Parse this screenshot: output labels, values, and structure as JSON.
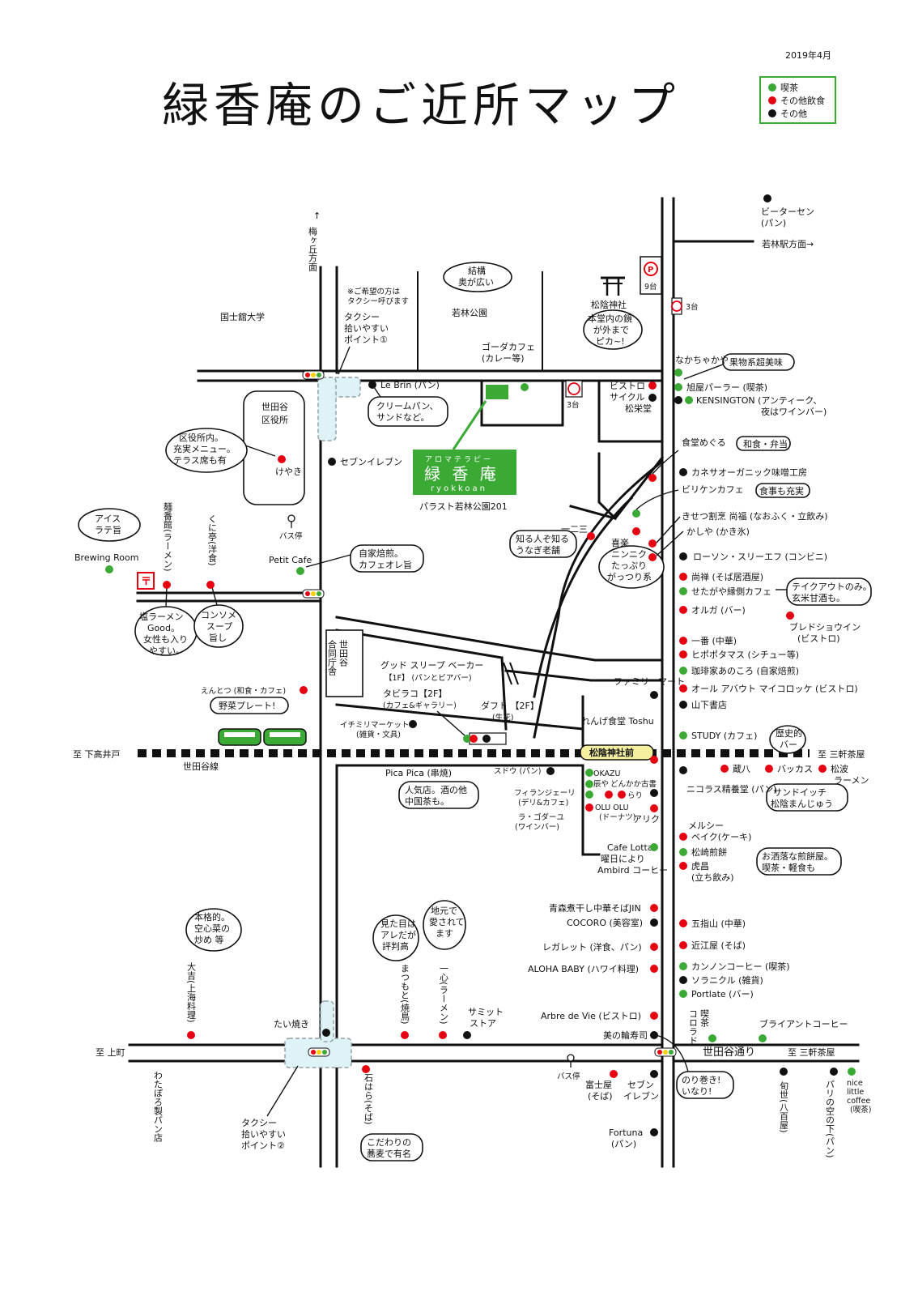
{
  "header": {
    "date": "2019年4月",
    "title": "緑香庵のご近所マップ"
  },
  "legend": {
    "items": [
      {
        "label": "喫茶",
        "color": "#3aaa35"
      },
      {
        "label": "その他飲食",
        "color": "#e60012"
      },
      {
        "label": "その他",
        "color": "#111111"
      }
    ]
  },
  "colors": {
    "cafe": "#3aaa35",
    "food": "#e60012",
    "other": "#111111",
    "brand": "#3aaa35"
  },
  "icons": [
    "parking-icon",
    "shrine-icon",
    "post-office-icon",
    "bus-stop-icon",
    "train-icon",
    "traffic-light-icon"
  ],
  "brand": {
    "sub": "アロマテラピー",
    "name": "緑 香 庵",
    "roman": "ryokkoan",
    "address": "パラスト若林公園201"
  },
  "directions": {
    "umegaoka_1": "↑",
    "umegaoka_2": "梅ヶ丘方面",
    "wakabayashi": "若林駅方面→",
    "shimotakaido": "至 下高井戸",
    "sangenjaya": "至 三軒茶屋",
    "kamimachi": "至 上町",
    "sangenjaya2": "至 三軒茶屋"
  },
  "places": {
    "kokushikan": "国士舘大学",
    "wakabayashi_park": "若林公園",
    "ward_office_1": "世田谷",
    "ward_office_2": "区役所",
    "joint_office_1": "世田谷",
    "joint_office_2": "合同庁舎",
    "shoin_shrine": "松陰神社",
    "station": "松陰神社前",
    "line": "世田谷線",
    "setagaya_dori": "世田谷通り",
    "bus_stop_1": "バス停",
    "bus_stop_2": "バス停"
  },
  "parking": {
    "p1": "9台",
    "p2": "3台",
    "p3": "3台"
  },
  "taxi": {
    "note1": "※ご希望の方は",
    "note2": "タクシー呼びます",
    "p1_1": "タクシー",
    "p1_2": "拾いやすい",
    "p1_3": "ポイント①",
    "p2_1": "タクシー",
    "p2_2": "拾いやすい",
    "p2_3": "ポイント②"
  },
  "shops": {
    "bita": "ビーターセン",
    "bita2": "(パン)",
    "gouda": "ゴーダカフェ",
    "gouda2": "(カレー等)",
    "lebrin": "Le Brin (パン)",
    "seven1": "セブンイレブン",
    "keyaki": "けやき",
    "brewing": "Brewing Room",
    "petit": "Petit Cafe",
    "menbankan": "麺番館(ラーメン)",
    "kunitei": "くに亭(洋食)",
    "bistro": "ビストロ",
    "cycle": "サイクル",
    "shoeido": "松栄堂",
    "nakachaya": "なかちゃかや",
    "asahiya": "旭屋パーラー (喫茶)",
    "kensington": "KENSINGTON (アンティーク、",
    "kensington2": "夜はワインバー)",
    "meguru": "食堂めぐる",
    "meguru_tag": "和食・弁当",
    "kanese": "カネサオーガニック味噌工房",
    "billiken": "ビリケンカフェ",
    "billiken_tag": "食事も充実",
    "naofuku": "きせつ割烹 尚福 (なおふく・立飲み)",
    "kashiya": "かしや (かき氷)",
    "lawson": "ローソン・スリーエフ (コンビニ)",
    "nisan": "一二三",
    "kiraku": "喜楽",
    "naozen": "尚禅 (そば居酒屋)",
    "engawa": "せたがや縁側カフェ",
    "oruga": "オルガ (バー)",
    "blend": "ブレドショウイン",
    "blend2": "(ビストロ)",
    "ichiban": "一番 (中華)",
    "hipopo": "ヒポポタマス (シチュー等)",
    "anokoro": "珈琲家あのころ (自家焙煎)",
    "allabout": "オール アバウト マイコロッケ (ビストロ)",
    "yamashita": "山下書店",
    "study": "STUDY (カフェ)",
    "family": "ファミリーマート",
    "goodsleep": "グッド スリープ ベーカー",
    "goodsleep2": "【1F】 (パンとビアバー)",
    "tabirako": "タビラコ【2F】",
    "tabirako2": "(カフェ&ギャラリー)",
    "dafuto": "ダフト 【2F】",
    "dafuto2": "(生花)",
    "ichimiri": "イチミリマーケット",
    "ichimiri2": "(雑貨・文具)",
    "rengeshokudo": "れんげ食堂 Toshu",
    "entotsu": "えんとつ (和食・カフェ)",
    "picapica": "Pica Pica (串焼)",
    "sudo": "スドウ (パン)",
    "okazu": "OKAZU",
    "tatsuya": "辰や",
    "donkaka": "どんかか古書",
    "rari": "らり",
    "florange": "フィランジェーリ",
    "florange2": "(デリ&カフェ)",
    "oluolu": "OLU OLU",
    "oluolu2": "(ドーナツ)",
    "lagoda": "ラ・ゴダーユ",
    "lagoda2": "(ワインバー)",
    "arik": "アリク",
    "zouhachi": "蔵八",
    "bakkasu": "バッカス",
    "shoha": "松波",
    "shoha2": "ラーメン",
    "nicolas": "ニコラス精養堂 (パン)",
    "mercy": "メルシー",
    "mercy2": "ベイク(ケーキ)",
    "cafelotta": "Cafe Lotta",
    "cafelotta2": "曜日により",
    "cafelotta3": "Ambird コーヒー",
    "shoinsenbei": "松崎煎餅",
    "torasho": "虎昌",
    "torasho2": "(立ち飲み)",
    "jin": "青森煮干し中華そばJIN",
    "cocoro": "COCORO (美容室)",
    "goshiyama": "五指山 (中華)",
    "regalet": "レガレット (洋食、パン)",
    "omiya": "近江屋 (そば)",
    "aloha": "ALOHA BABY (ハワイ料理)",
    "kannon": "カンノンコーヒー (喫茶)",
    "soranikuru": "ソラニクル (雑貨)",
    "portlate": "Portlate (バー)",
    "arbre": "Arbre de Vie (ビストロ)",
    "mino": "美の輪寿司",
    "colorado": "コロラド",
    "colorado2": "喫茶",
    "bryant": "ブライアントコーヒー",
    "daikichi": "大吉(上海料理)",
    "taiyaki": "たい焼き",
    "matsumoto": "まつもと(焼鳥)",
    "isshin": "一心(ラーメン)",
    "summit": "サミット",
    "summit2": "ストア",
    "watahoro": "わたぽろ製パン店",
    "ishihara": "石はら(そば)",
    "fujiya": "富士屋",
    "fujiya2": "(そば)",
    "seven2": "セブン",
    "seven3": "イレブン",
    "fortuna": "Fortuna",
    "fortuna2": "(パン)",
    "junsei": "旬世(八百屋)",
    "parisora": "パリの空の下(パン)",
    "nice": "nice",
    "nice2": "little",
    "nice3": "coffee",
    "nice4": "(喫茶)"
  },
  "bubbles": {
    "kekko_1": "結構",
    "kekko_2": "奥が広い",
    "honden_1": "本堂内の鏡",
    "honden_2": "が外まで",
    "honden_3": "ピカ~!",
    "fruit": "果物系超美味",
    "cream_1": "クリームパン、",
    "cream_2": "サンドなど。",
    "kuyaku_1": "区役所内。",
    "kuyaku_2": "充実メニュー。",
    "kuyaku_3": "テラス席も有",
    "latte_1": "アイス",
    "latte_2": "ラテ旨",
    "jikabai_1": "自家焙煎。",
    "jikabai_2": "カフェオレ旨",
    "unagi_1": "知る人ぞ知る",
    "unagi_2": "うなぎ老舗",
    "ninniku_1": "ニンニク",
    "ninniku_2": "たっぷり",
    "ninniku_3": "がっつり系",
    "takeout_1": "テイクアウトのみ。",
    "takeout_2": "玄米甘酒も。",
    "shio_1": "塩ラーメン",
    "shio_2": "Good。",
    "shio_3": "女性も入り",
    "shio_4": "やすい。",
    "consomme_1": "コンソメ",
    "consomme_2": "スープ",
    "consomme_3": "旨し",
    "yasai": "野菜プレート!",
    "rekishi_1": "歴史的",
    "rekishi_2": "バー",
    "sand_1": "サンドイッチ",
    "sand_2": "松陰まんじゅう",
    "ninki_1": "人気店。酒の他",
    "ninki_2": "中国茶も。",
    "oshare_1": "お洒落な煎餅屋。",
    "oshare_2": "喫茶・軽食も",
    "honkaku_1": "本格的。",
    "honkaku_2": "空心菜の",
    "honkaku_3": "炒め 等",
    "mitame_1": "見た目は",
    "mitame_2": "アレだが",
    "mitame_3": "評判高",
    "jimoto_1": "地元で",
    "jimoto_2": "愛されて",
    "jimoto_3": "ます",
    "norimaki_1": "のり巻き!",
    "norimaki_2": "いなり!",
    "kodawari_1": "こだわりの",
    "kodawari_2": "蕎麦で有名"
  }
}
